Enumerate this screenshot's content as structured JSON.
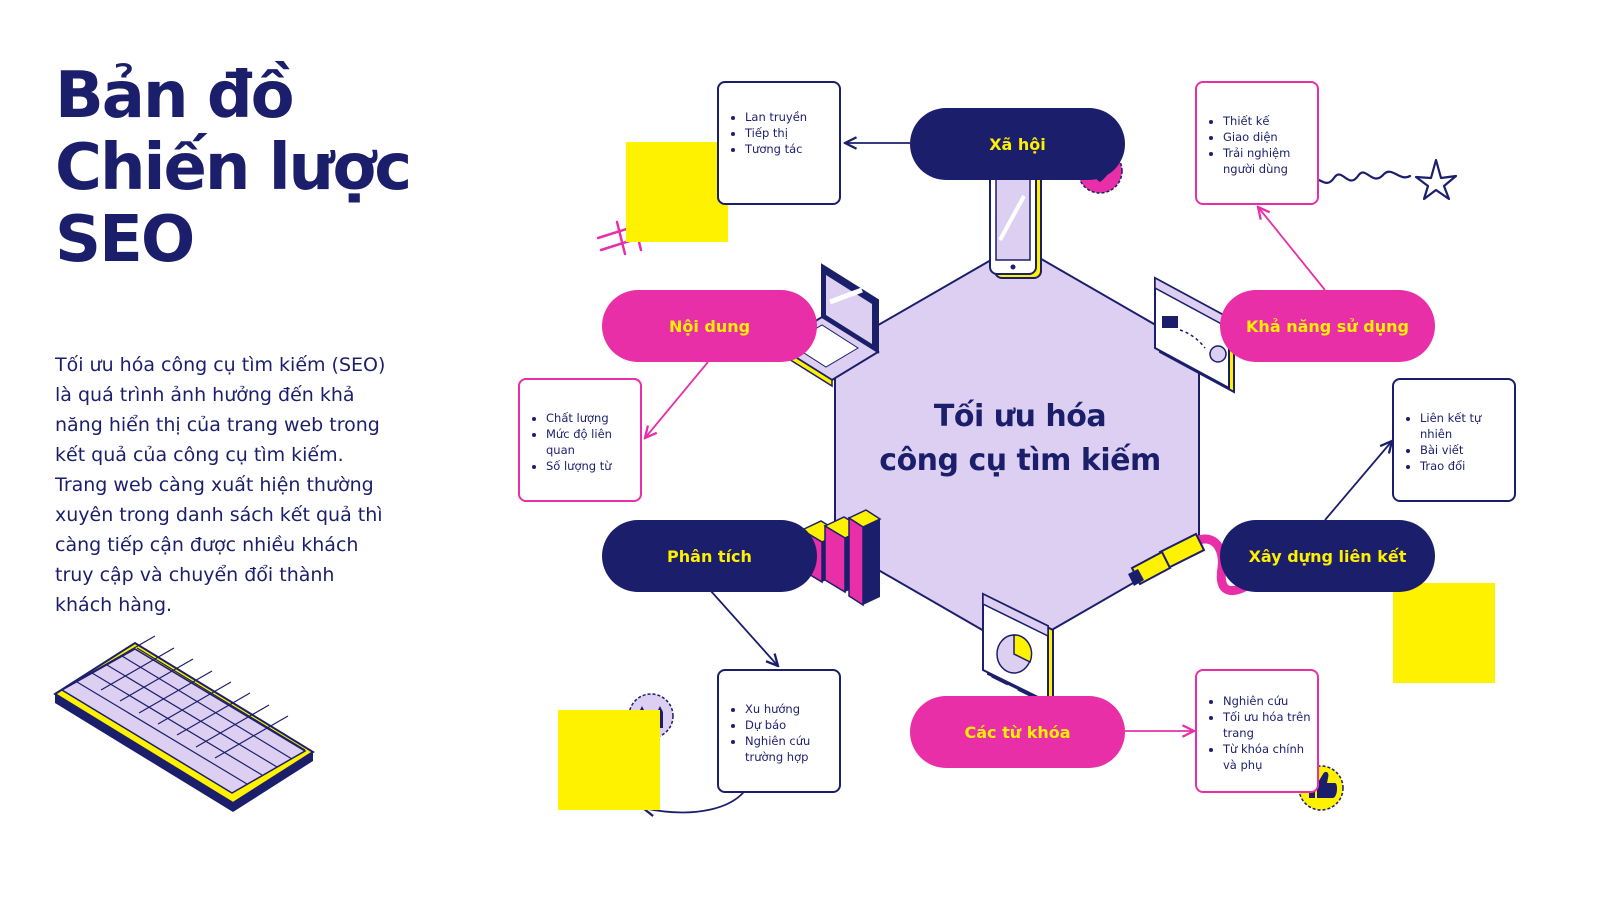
{
  "title_lines": [
    "Bản đồ",
    "Chiến lược",
    "SEO"
  ],
  "description": "Tối ưu hóa công cụ tìm kiếm (SEO) là quá trình ảnh hưởng đến khả năng hiển thị của trang web trong kết quả của công cụ tìm kiếm. Trang web càng xuất hiện thường xuyên trong danh sách kết quả thì càng tiếp cận được nhiều khách truy cập và chuyển đổi thành khách hàng.",
  "center_lines": [
    "Tối ưu hóa",
    "công cụ tìm kiếm"
  ],
  "colors": {
    "navy": "#1b1f6b",
    "pink": "#e92fa8",
    "yellow": "#fff200",
    "lavender": "#dccff2"
  },
  "nodes": {
    "social": {
      "label": "Xã hội",
      "items": [
        "Lan truyền",
        "Tiếp thị",
        "Tương tác"
      ]
    },
    "usability": {
      "label": "Khả năng sử dụng",
      "items": [
        "Thiết kế",
        "Giao diện",
        "Trải nghiệm người dùng"
      ]
    },
    "link_building": {
      "label": "Xây dựng liên kết",
      "items": [
        "Liên kết tự nhiên",
        "Bài viết",
        "Trao đổi"
      ]
    },
    "keywords": {
      "label": "Các từ khóa",
      "items": [
        "Nghiên cứu",
        "Tối ưu hóa trên trang",
        "Từ khóa chính và phụ"
      ]
    },
    "analytics": {
      "label": "Phân tích",
      "items": [
        "Xu hướng",
        "Dự báo",
        "Nghiên cứu trường hợp"
      ]
    },
    "content": {
      "label": "Nội dung",
      "items": [
        "Chất lượng",
        "Mức độ liên quan",
        "Số lượng từ"
      ]
    }
  },
  "icons": [
    "heart-badge-icon",
    "smartphone-icon",
    "laptop-icon",
    "browser-window-icon",
    "usb-cable-icon",
    "bar-chart-icon",
    "pie-chart-window-icon",
    "keyboard-icon",
    "thumbs-up-badge-icon",
    "raised-hands-badge-icon",
    "star-scribble-icon",
    "hash-doodle-icon"
  ]
}
